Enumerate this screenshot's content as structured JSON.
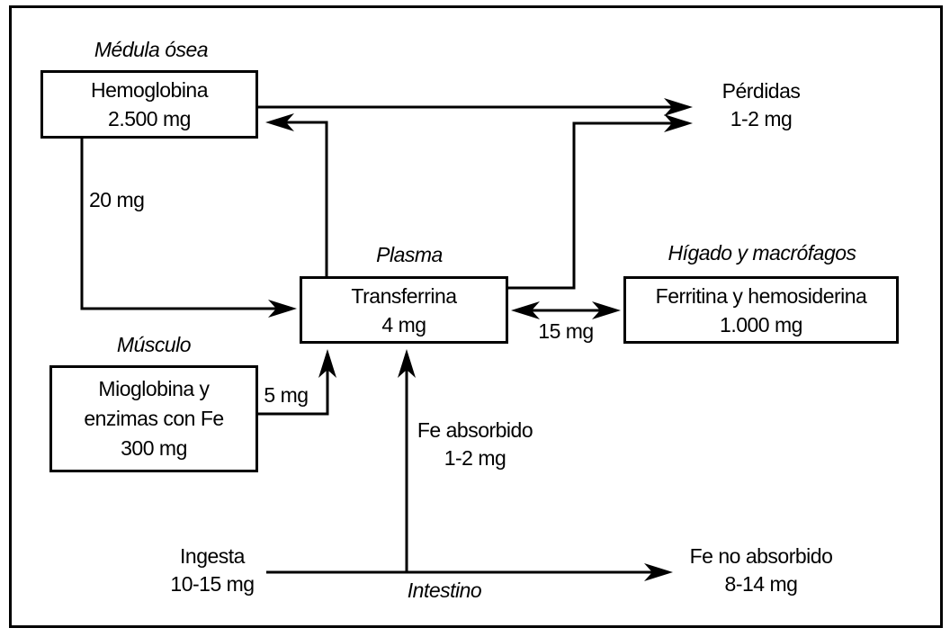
{
  "regions": {
    "medula_osea": "Médula ósea",
    "plasma": "Plasma",
    "higado_macrofagos": "Hígado y macrófagos",
    "musculo": "Músculo",
    "intestino": "Intestino"
  },
  "boxes": {
    "hemoglobina": {
      "title": "Hemoglobina",
      "amount": "2.500 mg"
    },
    "transferrina": {
      "title": "Transferrina",
      "amount": "4 mg"
    },
    "ferritina": {
      "title": "Ferritina y hemosiderina",
      "amount": "1.000 mg"
    },
    "mioglobina": {
      "line1": "Mioglobina y",
      "line2": "enzimas con Fe",
      "amount": "300 mg"
    }
  },
  "flows": {
    "perdidas": {
      "label": "Pérdidas",
      "amount": "1-2 mg"
    },
    "hemoglobina_a_plasma": {
      "amount": "20 mg"
    },
    "plasma_deposito": {
      "amount": "15 mg"
    },
    "musculo_a_plasma": {
      "amount": "5 mg"
    },
    "fe_absorbido": {
      "label": "Fe absorbido",
      "amount": "1-2 mg"
    },
    "ingesta": {
      "label": "Ingesta",
      "amount": "10-15 mg"
    },
    "fe_no_absorbido": {
      "label": "Fe no absorbido",
      "amount": "8-14 mg"
    }
  },
  "colors": {
    "ink": "#000000",
    "paper": "#ffffff"
  }
}
